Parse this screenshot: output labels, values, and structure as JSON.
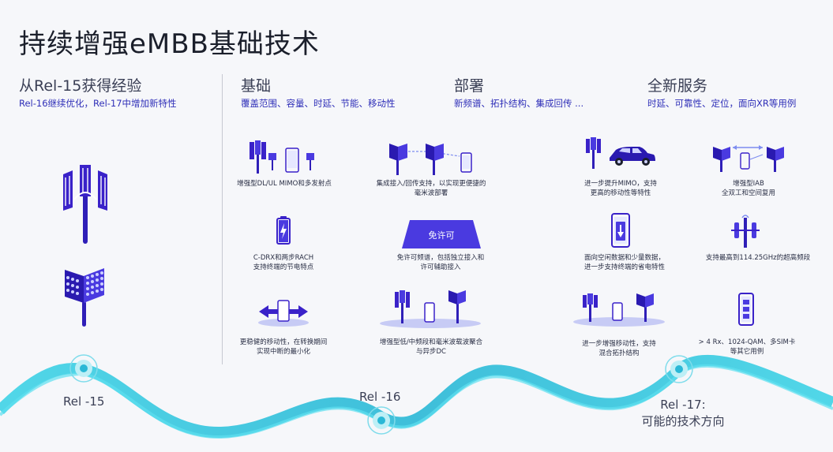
{
  "title": "持续增强eMBB基础技术",
  "left": {
    "heading": "从Rel-15获得经验",
    "subtitle": "Rel-16继续优化，Rel-17中增加新特性"
  },
  "sections": [
    {
      "heading": "基础",
      "subtitle": "覆盖范围、容量、时延、节能、移动性"
    },
    {
      "heading": "部署",
      "subtitle": "新频谱、拓扑结构、集成回传 ..."
    },
    {
      "heading": "全新服务",
      "subtitle": "时延、可靠性、定位，面向XR等用例"
    }
  ],
  "captions": {
    "mimo": "增强型DL/UL MIMO和多发射点",
    "iab": "集成接入/回传支持，以实现更便捷的\n毫米波部署",
    "mimo_plus": "进一步提升MIMO，支持\n更高的移动性等特性",
    "iab_enh": "增强型IAB\n全双工和空间复用",
    "cdrx": "C-DRX和两步RACH\n支持终端的节电特点",
    "unlicensed": "免许可频谱，包括独立接入和\n许可辅助接入",
    "idle_power": "面向空闲数据和少量数据，\n进一步支持终端的省电特性",
    "high_band": "支持最高到114.25GHz的超高频段",
    "mobility": "更稳健的移动性，在转换期间\n实现中断的最小化",
    "carrier_agg": "增强型低/中频段和毫米波载波聚合\n与异步DC",
    "mobility_enh": "进一步增强移动性，支持\n混合拓扑结构",
    "multi_sim": "> 4 Rx、1024-QAM、多SIM卡\n等其它用例"
  },
  "unlicensed_label": "免许可",
  "releases": {
    "r15": "Rel -15",
    "r16": "Rel -16",
    "r17_line1": "Rel -17:",
    "r17_line2": "可能的技术方向"
  },
  "colors": {
    "accent": "#2f2fb8",
    "icon": "#3a22c9",
    "wave": "#3fd3e6",
    "text": "#2a2f45"
  }
}
